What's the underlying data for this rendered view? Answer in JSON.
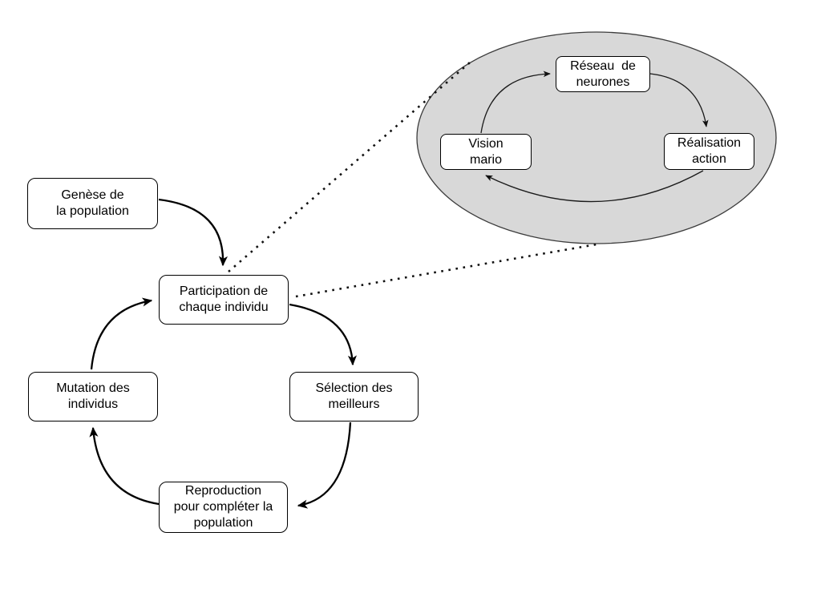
{
  "diagram": {
    "description": "Cycle d'algorithme genetique avec zoom sur l'evaluation d'un individu",
    "colors": {
      "background": "#ffffff",
      "node_fill": "#ffffff",
      "node_border": "#000000",
      "ellipse_fill": "#d8d8d8",
      "ellipse_border": "#3c3c3c",
      "arrow": "#000000",
      "dotted_link": "#111111"
    },
    "cycle_nodes": [
      {
        "id": "genese",
        "label": "Genèse de\nla population"
      },
      {
        "id": "participation",
        "label": "Participation de\nchaque individu"
      },
      {
        "id": "selection",
        "label": "Sélection des\nmeilleurs"
      },
      {
        "id": "reproduction",
        "label": "Reproduction\npour compléter la\npopulation"
      },
      {
        "id": "mutation",
        "label": "Mutation des\nindividus"
      }
    ],
    "detail_nodes": [
      {
        "id": "reseau",
        "label": "Réseau  de\nneurones"
      },
      {
        "id": "vision",
        "label": "Vision\nmario"
      },
      {
        "id": "realisation",
        "label": "Réalisation\naction"
      }
    ],
    "edges": [
      {
        "from": "genese",
        "to": "participation",
        "style": "solid-arrow"
      },
      {
        "from": "participation",
        "to": "selection",
        "style": "solid-arrow"
      },
      {
        "from": "selection",
        "to": "reproduction",
        "style": "solid-arrow"
      },
      {
        "from": "reproduction",
        "to": "mutation",
        "style": "solid-arrow"
      },
      {
        "from": "mutation",
        "to": "participation",
        "style": "solid-arrow"
      },
      {
        "from": "vision",
        "to": "reseau",
        "style": "solid-arrow"
      },
      {
        "from": "reseau",
        "to": "realisation",
        "style": "solid-arrow"
      },
      {
        "from": "realisation",
        "to": "vision",
        "style": "solid-arrow"
      }
    ],
    "zoom_links": [
      {
        "from": "participation",
        "to": "detail-ellipse",
        "style": "dotted"
      },
      {
        "from": "participation",
        "to": "detail-ellipse",
        "style": "dotted"
      }
    ]
  }
}
